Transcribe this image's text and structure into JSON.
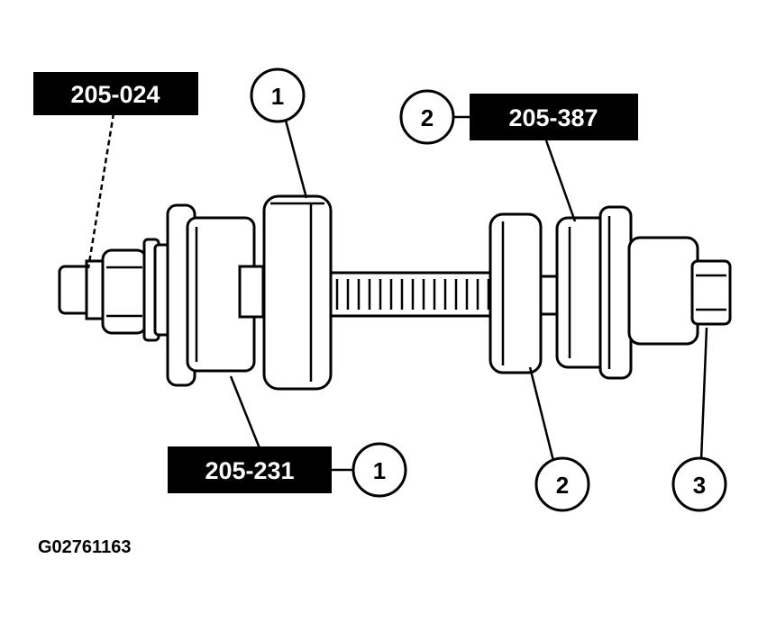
{
  "tool_labels": {
    "nut_tool": "205-024",
    "receiver_cup": "205-387",
    "installer": "205-231"
  },
  "callouts": {
    "left_upper": "1",
    "right_upper": "2",
    "left_lower": "1",
    "mid_lower": "2",
    "right_lower": "3"
  },
  "figure_id": "G02761163"
}
